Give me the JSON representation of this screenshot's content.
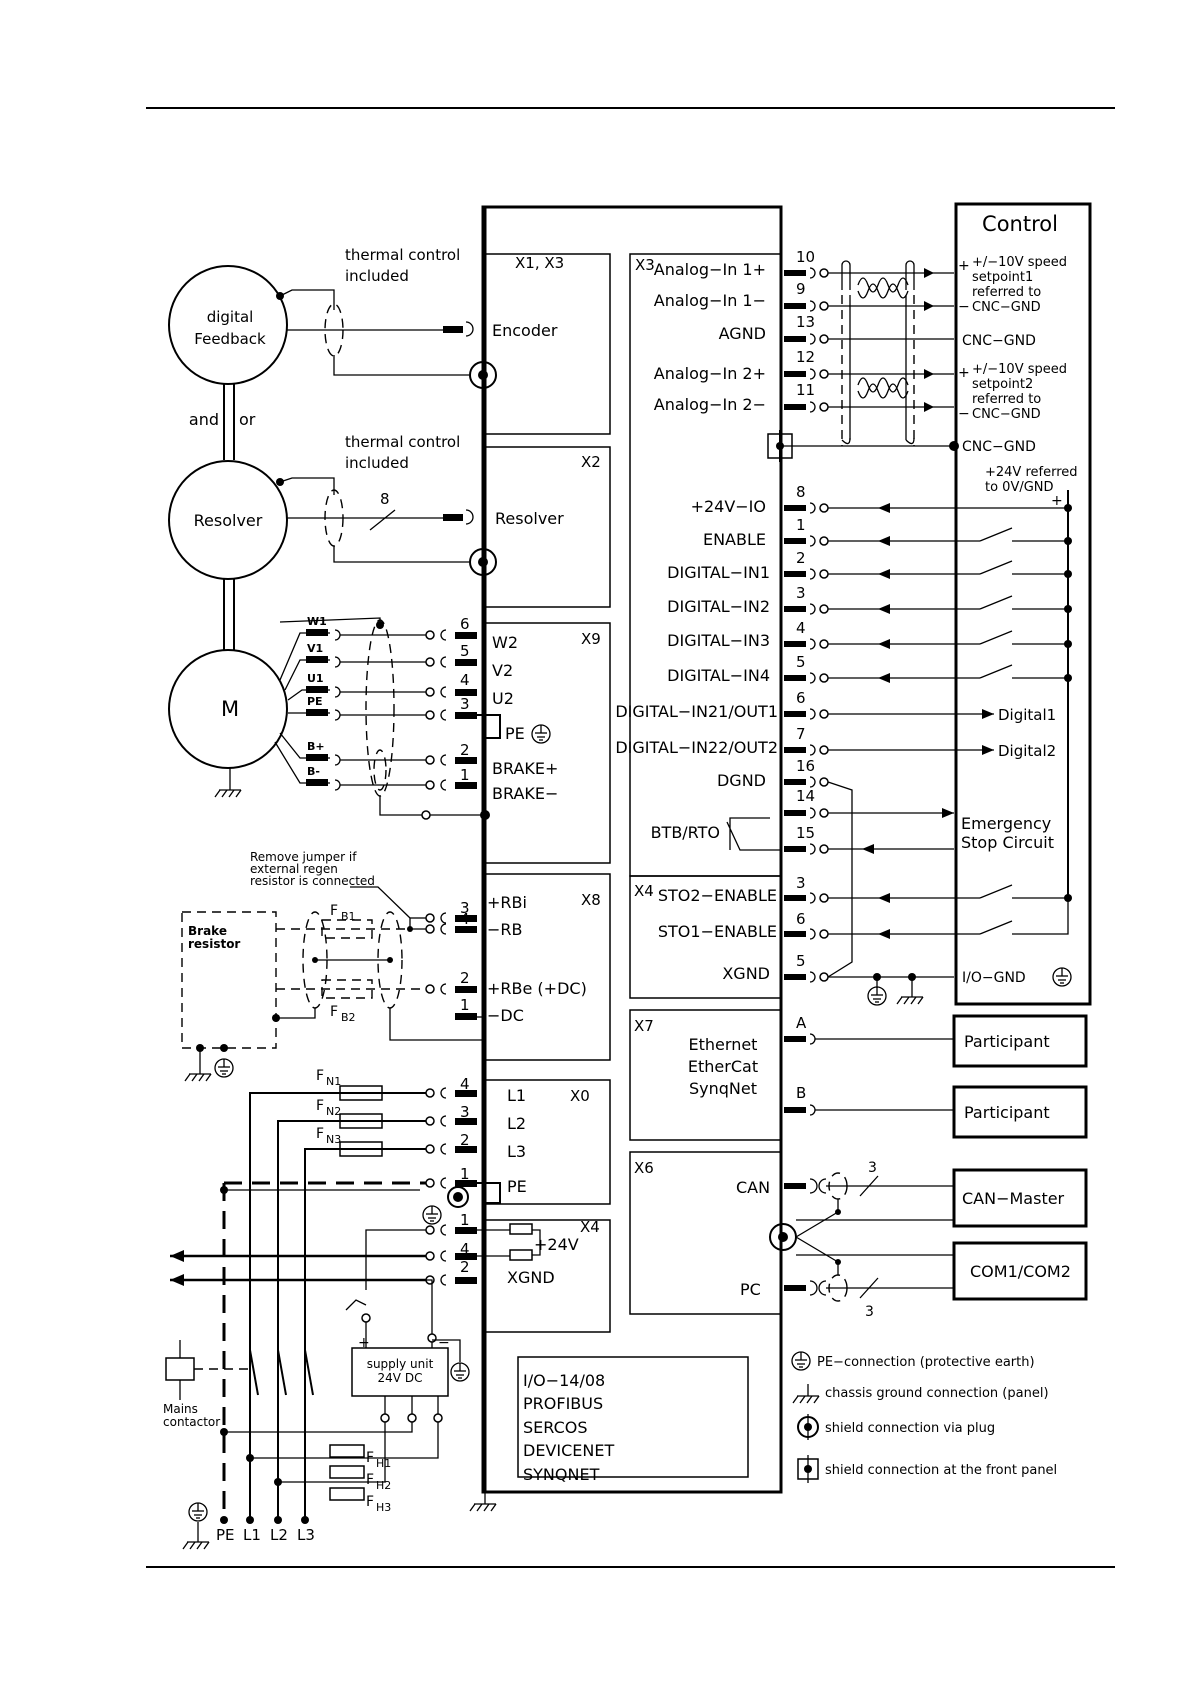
{
  "diagram": {
    "feedback": {
      "digital_feedback": [
        "digital",
        "Feedback"
      ],
      "and_or": [
        "and",
        "or"
      ],
      "resolver": "Resolver",
      "motor": "M",
      "thermal_1": [
        "thermal control",
        "included"
      ],
      "thermal_2": [
        "thermal control",
        "included"
      ],
      "resolver_wires": "8",
      "motor_wires": [
        "W1",
        "V1",
        "U1",
        "PE",
        "B+",
        "B-"
      ]
    },
    "x1x3": {
      "label": "X1, X3",
      "encoder": "Encoder"
    },
    "x2": {
      "label": "X2",
      "resolver": "Resolver"
    },
    "x9": {
      "label": "X9",
      "signals": [
        "W2",
        "V2",
        "U2",
        "PE",
        "BRAKE+",
        "BRAKE−"
      ],
      "pins": [
        "6",
        "5",
        "4",
        "3",
        "2",
        "1"
      ]
    },
    "x8": {
      "label": "X8",
      "signals": [
        "+RBi",
        "−RB",
        "+RBe  (+DC)",
        "−DC"
      ],
      "pins": [
        "3",
        "4",
        "2",
        "1"
      ],
      "jumper_note": [
        "Remove jumper if",
        "external regen",
        "resistor is connected"
      ],
      "brake_resistor": [
        "Brake",
        "resistor"
      ],
      "fuses": [
        "F",
        "B1",
        "F",
        "B2"
      ]
    },
    "x0": {
      "label": "X0",
      "signals": [
        "L1",
        "L2",
        "L3",
        "PE"
      ],
      "pins": [
        "4",
        "3",
        "2",
        "1"
      ],
      "fuses": [
        "F",
        "N1",
        "F",
        "N2",
        "F",
        "N3"
      ]
    },
    "x4_power": {
      "label": "X4",
      "signals": [
        "+24V",
        "XGND"
      ],
      "pins": [
        "1",
        "4",
        "2"
      ]
    },
    "supply": {
      "unit": [
        "supply unit",
        "24V DC"
      ],
      "mains": [
        "Mains",
        "contactor"
      ],
      "fuses": [
        "F",
        "H1",
        "F",
        "H2",
        "F",
        "H3"
      ],
      "plus": "+",
      "minus": "−",
      "bottom_labels": [
        "PE",
        "L1",
        "L2",
        "L3"
      ]
    },
    "x3": {
      "label": "X3",
      "analog": [
        {
          "name": "Analog−In  1+",
          "pin": "10"
        },
        {
          "name": "Analog−In  1−",
          "pin": "9"
        },
        {
          "name": "AGND",
          "pin": "13"
        },
        {
          "name": "Analog−In  2+",
          "pin": "12"
        },
        {
          "name": "Analog−In  2−",
          "pin": "11"
        }
      ],
      "digital": [
        {
          "name": "+24V−IO",
          "pin": "8"
        },
        {
          "name": "ENABLE",
          "pin": "1"
        },
        {
          "name": "DIGITAL−IN1",
          "pin": "2"
        },
        {
          "name": "DIGITAL−IN2",
          "pin": "3"
        },
        {
          "name": "DIGITAL−IN3",
          "pin": "4"
        },
        {
          "name": "DIGITAL−IN4",
          "pin": "5"
        },
        {
          "name": "DIGITAL−IN21/OUT1",
          "pin": "6"
        },
        {
          "name": "DIGITAL−IN22/OUT2",
          "pin": "7"
        },
        {
          "name": "DGND",
          "pin": "16"
        },
        {
          "name": "",
          "pin": "14"
        },
        {
          "name": "BTB/RTO",
          "pin": "15"
        }
      ]
    },
    "x4_sto": {
      "label": "X4",
      "signals": [
        {
          "name": "STO2−ENABLE",
          "pin": "3"
        },
        {
          "name": "STO1−ENABLE",
          "pin": "6"
        },
        {
          "name": "XGND",
          "pin": "5"
        }
      ]
    },
    "x7": {
      "label": "X7",
      "lines": [
        "Ethernet",
        "EtherCat",
        "SynqNet"
      ],
      "pins": [
        "A",
        "B"
      ]
    },
    "x6": {
      "label": "X6",
      "can": "CAN",
      "pc": "PC",
      "wire_count": [
        "3",
        "3"
      ]
    },
    "options": [
      "I/O−14/08",
      "PROFIBUS",
      "SERCOS",
      "DEVICENET",
      "SYNQNET"
    ],
    "control": {
      "title": "Control",
      "setpoint1": [
        "+/−10V speed",
        "setpoint1",
        "referred to"
      ],
      "setpoint2": [
        "+/−10V speed",
        "setpoint2",
        "referred to"
      ],
      "cnc_gnd": "CNC−GND",
      "plus": "+",
      "minus": "−",
      "ref24": [
        "+24V referred",
        "to 0V/GND"
      ],
      "digital1": "Digital1",
      "digital2": "Digital2",
      "emergency": [
        "Emergency",
        "Stop  Circuit"
      ],
      "io_gnd": "I/O−GND"
    },
    "devices": [
      "Participant",
      "Participant",
      "CAN−Master",
      "COM1/COM2"
    ],
    "legend": [
      "PE−connection  (protective earth)",
      "chassis  ground  connection  (panel)",
      "shield  connection  via  plug",
      "shield  connection  at  the  front  panel"
    ]
  }
}
